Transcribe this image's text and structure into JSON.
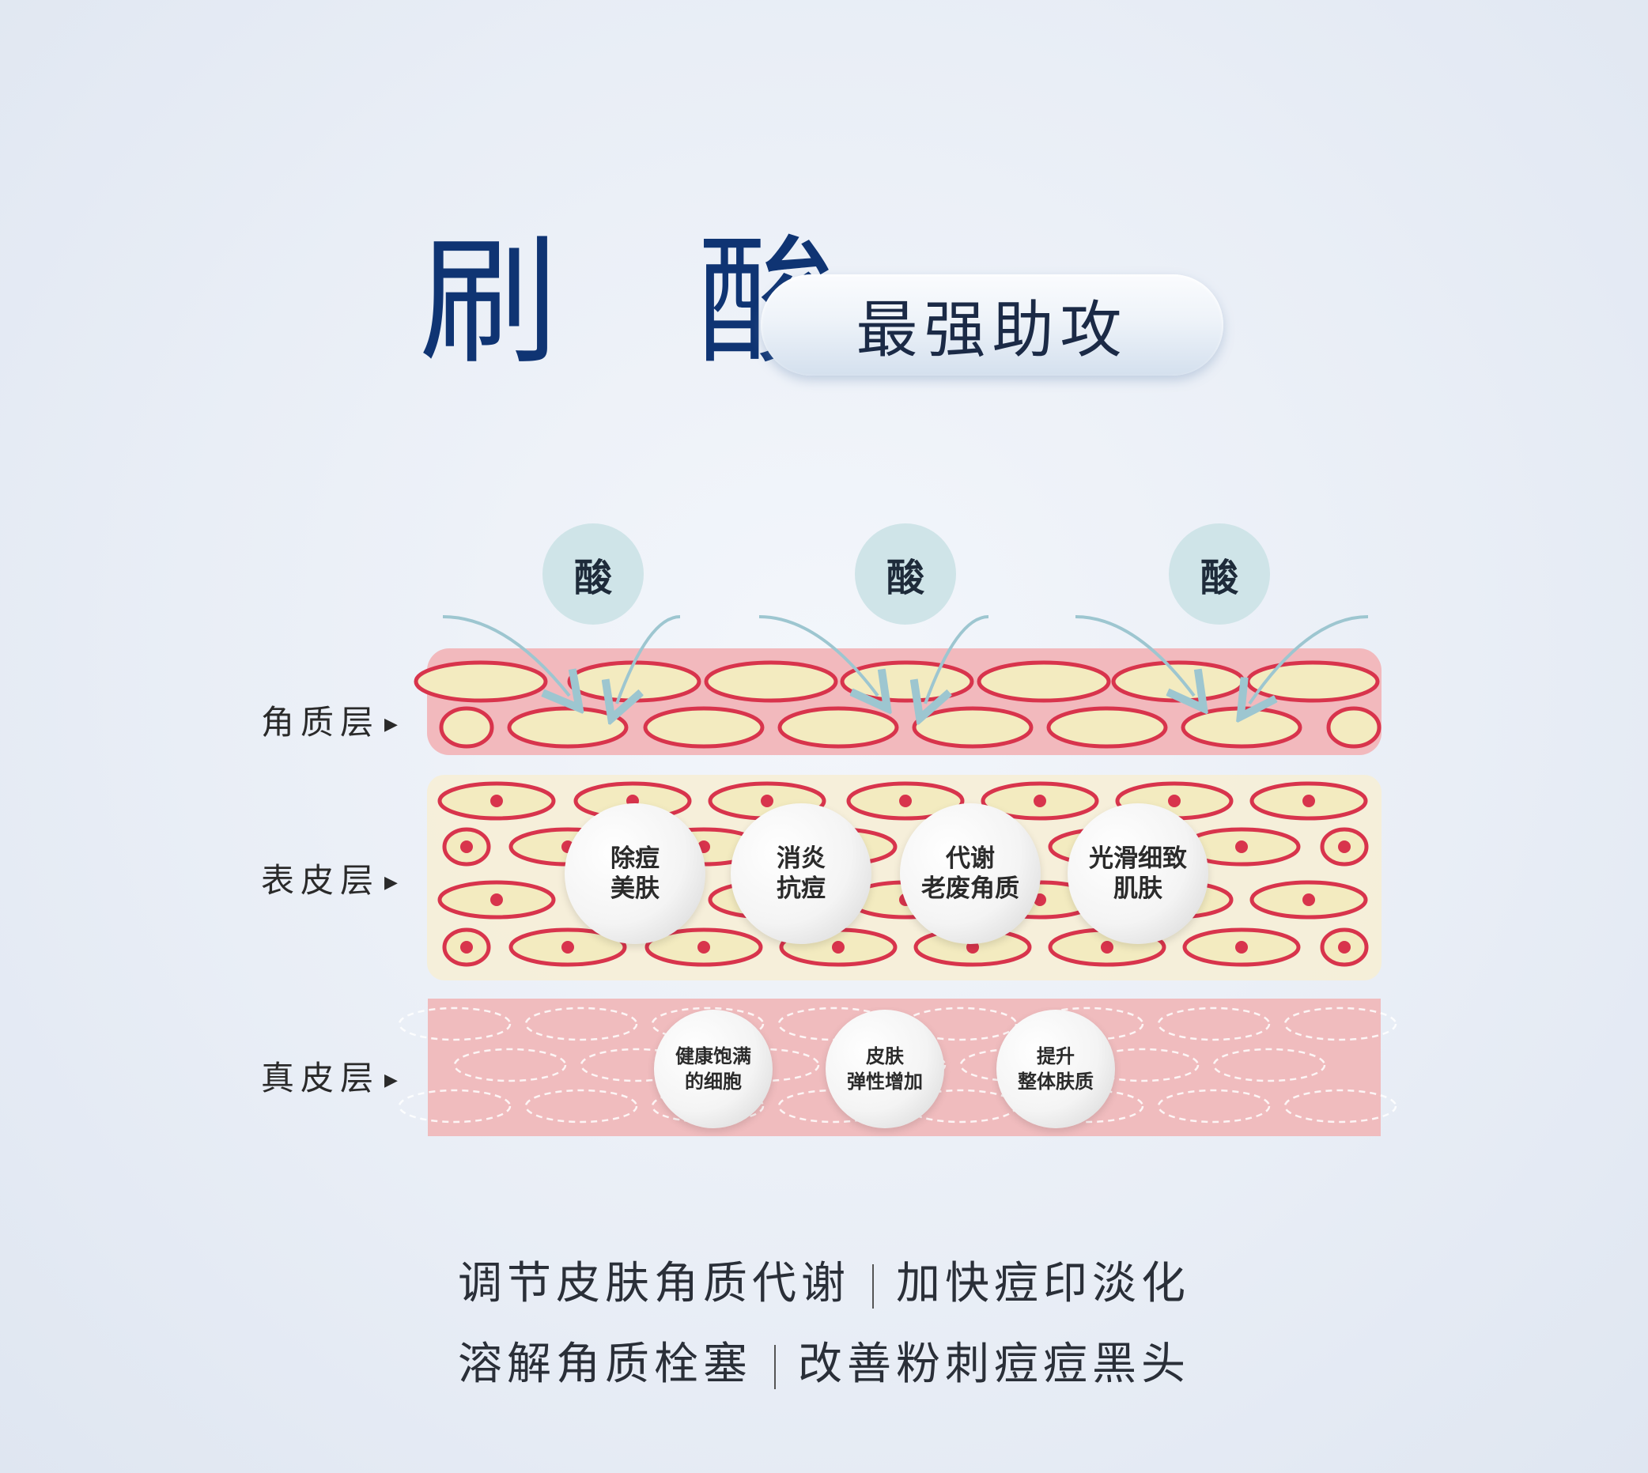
{
  "title": "刷 酸",
  "badge": "最强助攻",
  "acid_label": "酸",
  "layers": {
    "stratum_corneum": "角质层",
    "epidermis": "表皮层",
    "dermis": "真皮层"
  },
  "epidermis_effects": [
    {
      "line1": "除痘",
      "line2": "美肤"
    },
    {
      "line1": "消炎",
      "line2": "抗痘"
    },
    {
      "line1": "代谢",
      "line2": "老废角质"
    },
    {
      "line1": "光滑细致",
      "line2": "肌肤"
    }
  ],
  "dermis_effects": [
    {
      "line1": "健康饱满",
      "line2": "的细胞"
    },
    {
      "line1": "皮肤",
      "line2": "弹性增加"
    },
    {
      "line1": "提升",
      "line2": "整体肤质"
    }
  ],
  "bottom": {
    "line1_a": "调节皮肤角质代谢",
    "line1_b": "加快痘印淡化",
    "line2_a": "溶解角质栓塞",
    "line2_b": "改善粉刺痘痘黑头"
  },
  "colors": {
    "title": "#0f3473",
    "cell_fill": "#f3ebc0",
    "cell_border": "#d8344c",
    "layer_pink": "#f2b9bd",
    "dermis_pink": "#f0bcbe",
    "acid_circle": "#cfe4e8"
  }
}
